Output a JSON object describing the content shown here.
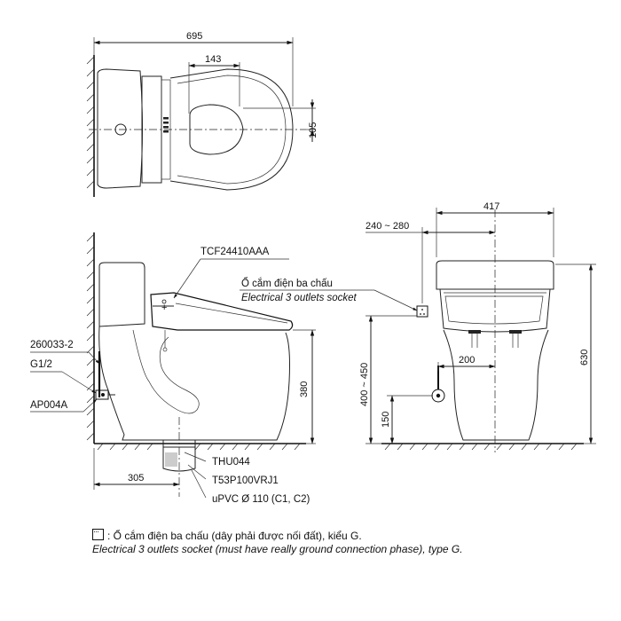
{
  "top_view": {
    "overall_width": "695",
    "seat_offset": "143",
    "bowl_offset": "105"
  },
  "side_view": {
    "seat_model": "TCF24410AAA",
    "valve_code": "260033-2",
    "thread_spec": "G1/2",
    "angle_valve": "AP004A",
    "floor_flange": "THU044",
    "outlet_part": "T53P100VRJ1",
    "drain_pipe": "uPVC Ø 110 (C1, C2)",
    "rough_in": "305",
    "height_380": "380"
  },
  "front_view": {
    "width": "417",
    "socket_offset": "240 ~ 280",
    "socket_label_vi": "Ổ cắm điện ba chấu",
    "socket_label_en": "Electrical 3 outlets socket",
    "socket_height": "400 ~ 450",
    "supply_offset": "200",
    "supply_height": "150",
    "total_height": "630"
  },
  "legend": {
    "line_vi": ": Ổ cắm điện ba chấu (dây phải được nối đất), kiểu G.",
    "line_en": "Electrical 3 outlets socket (must have really ground connection phase), type G."
  }
}
